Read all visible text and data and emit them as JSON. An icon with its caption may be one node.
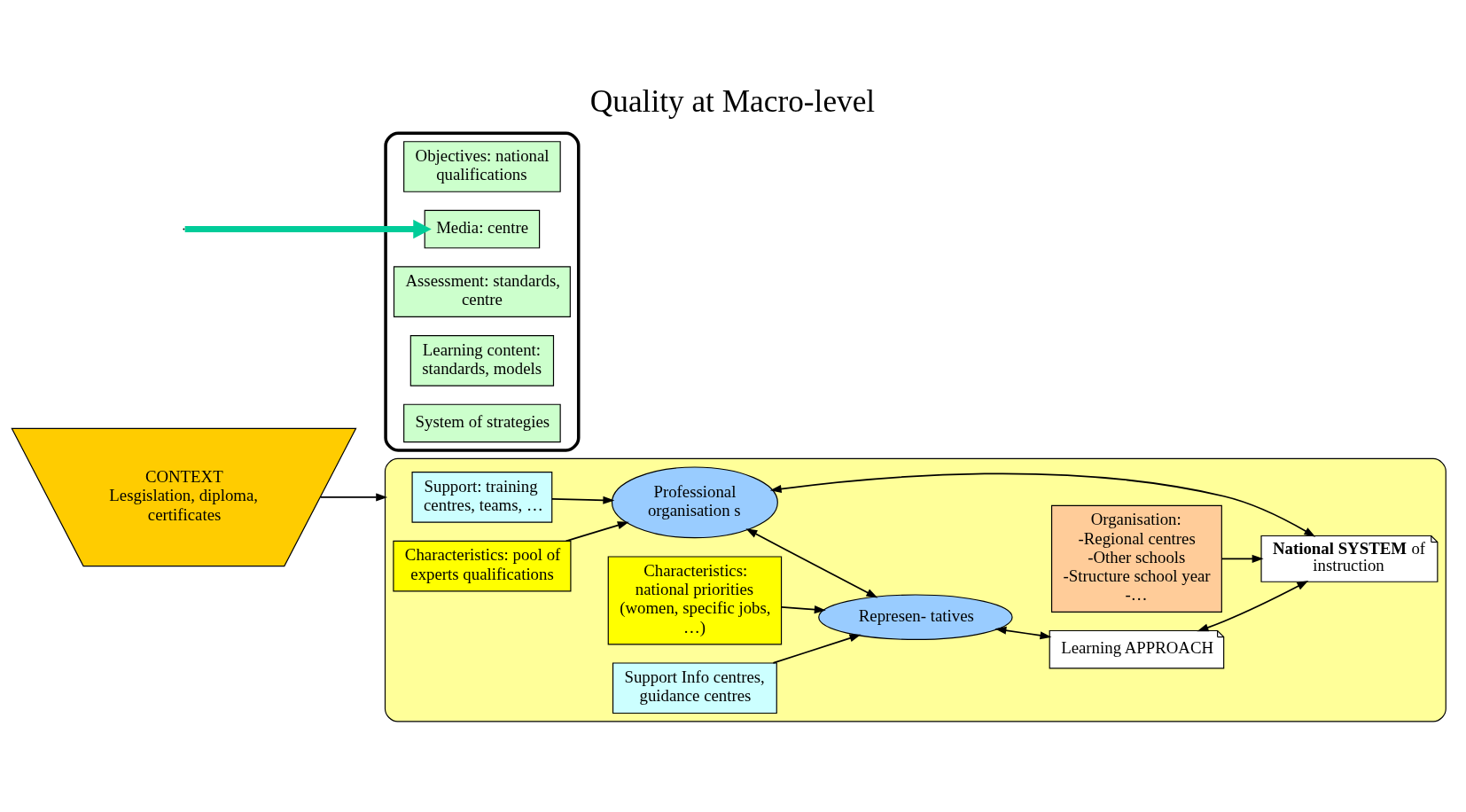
{
  "diagram": {
    "title": "Quality at Macro-level",
    "nodes": [
      {
        "text": [
          "CONTEXT",
          "Lesgislation, diploma, certificates"
        ]
      },
      {
        "text": [],
        "shape": "ellipse"
      },
      {
        "text": [
          "Support: training centres, teams, …"
        ],
        "in": 1
      },
      {
        "text": [
          "Characteristics: pool of experts qualifications"
        ],
        "in": 1
      },
      {
        "text": [
          "Professional organisation s"
        ],
        "in": 1
      },
      {
        "text": [
          "**National SYSTEM** of instruction"
        ],
        "in": 1
      },
      {
        "text": [
          "Characteristics:",
          "national priorities (women, specific jobs, …)"
        ],
        "in": 1
      },
      {
        "text": [
          "Represen- tatives"
        ],
        "in": 1
      },
      {
        "text": [
          "Organisation:",
          "-Regional centres",
          "-Other schools",
          "-Structure school year",
          "-…"
        ],
        "in": 1
      },
      {
        "text": [
          "Support Info centres, guidance centres"
        ],
        "in": 1
      },
      {
        "text": [
          "Learning APPROACH"
        ],
        "in": 1
      },
      {
        "text": [],
        "shape": "ellipse"
      },
      {
        "text": [
          "Objectives: national qualifications"
        ],
        "in": 11
      },
      {
        "text": [
          "Media: centre"
        ],
        "in": 11
      },
      {
        "text": [
          "Assessment: standards, centre"
        ],
        "in": 11
      },
      {
        "text": [
          "Learning content: standards, models"
        ],
        "in": 11
      },
      {
        "text": [
          "System of strategies"
        ],
        "in": 11
      }
    ],
    "edges": [
      {
        "from": 0,
        "to": 1,
        "arrow": "to"
      },
      {
        "from": 2,
        "to": 4,
        "arrow": "to"
      },
      {
        "from": 3,
        "to": 4,
        "arrow": "to"
      },
      {
        "from": 4,
        "to": 5,
        "arrow": "both"
      },
      {
        "from": 4,
        "to": 7,
        "arrow": "both"
      },
      {
        "from": 6,
        "to": 7,
        "arrow": "to"
      },
      {
        "from": 9,
        "to": 7,
        "arrow": "to"
      },
      {
        "from": 7,
        "to": 10,
        "arrow": "both"
      },
      {
        "from": 10,
        "to": 5,
        "arrow": "both"
      },
      {
        "from": 8,
        "to": 5,
        "arrow": "to"
      },
      {
        "from": null,
        "to": 13,
        "arrow": "to",
        "style": "thick",
        "color": "#00cc99"
      }
    ]
  }
}
